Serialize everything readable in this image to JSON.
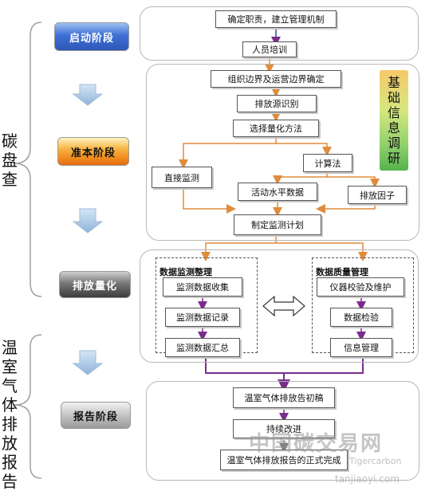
{
  "left_labels": {
    "carbon_inventory": [
      "碳",
      "盘",
      "查"
    ],
    "ghg_report": [
      "温",
      "室",
      "气",
      "体",
      "排",
      "放",
      "报",
      "告"
    ]
  },
  "stages": {
    "start": "启动阶段",
    "prepare": "准本阶段",
    "quantify": "排放量化",
    "report": "报告阶段"
  },
  "start_steps": {
    "responsibility": "确定职责，建立管理机制",
    "training": "人员培训"
  },
  "prepare_steps": {
    "boundary": "组织边界及运营边界确定",
    "source_id": "排放源识别",
    "method": "选择量化方法",
    "direct": "直接监测",
    "calc": "计算法",
    "activity": "活动水平数据",
    "factor": "排放因子",
    "plan": "制定监测计划"
  },
  "info_research": [
    "基",
    "础",
    "信",
    "息",
    "调",
    "研"
  ],
  "quantify": {
    "left_title": "数据监测整理",
    "left_items": [
      "监测数据收集",
      "监测数据记录",
      "监测数据汇总"
    ],
    "right_title": "数据质量管理",
    "right_items": [
      "仪器校验及维护",
      "数据检验",
      "信息管理"
    ]
  },
  "report_steps": {
    "draft": "温室气体排放告初稿",
    "improve": "持续改进",
    "final": "温室气体排放报告的正式完成"
  },
  "watermark": {
    "main": "中国碳交易网",
    "sub": "tanjiaoyi.com",
    "sub2": "Tigercarbon"
  },
  "colors": {
    "start_stage": "#3f6fd6",
    "prepare_stage": "#f08a1c",
    "quantify_stage": "#555555",
    "report_stage": "#7a7a7a",
    "flow_orange": "#e8a25a",
    "flow_purple": "#7a2d8c"
  }
}
